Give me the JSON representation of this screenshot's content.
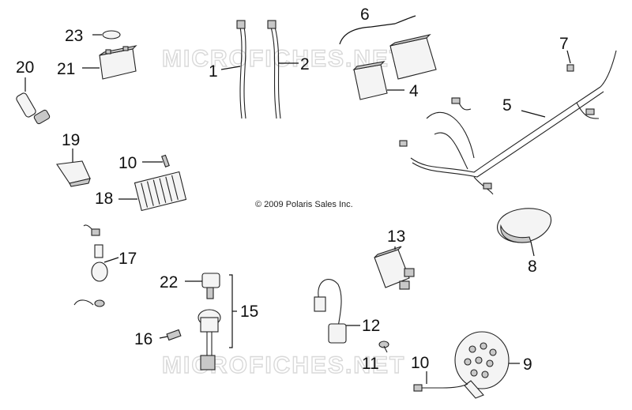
{
  "copyright": "© 2009 Polaris Sales Inc.",
  "watermark": "MICROFICHES.NET",
  "callouts": [
    "1",
    "2",
    "4",
    "5",
    "6",
    "7",
    "8",
    "9",
    "10",
    "10",
    "11",
    "12",
    "13",
    "15",
    "16",
    "17",
    "18",
    "19",
    "20",
    "21",
    "22",
    "23"
  ]
}
